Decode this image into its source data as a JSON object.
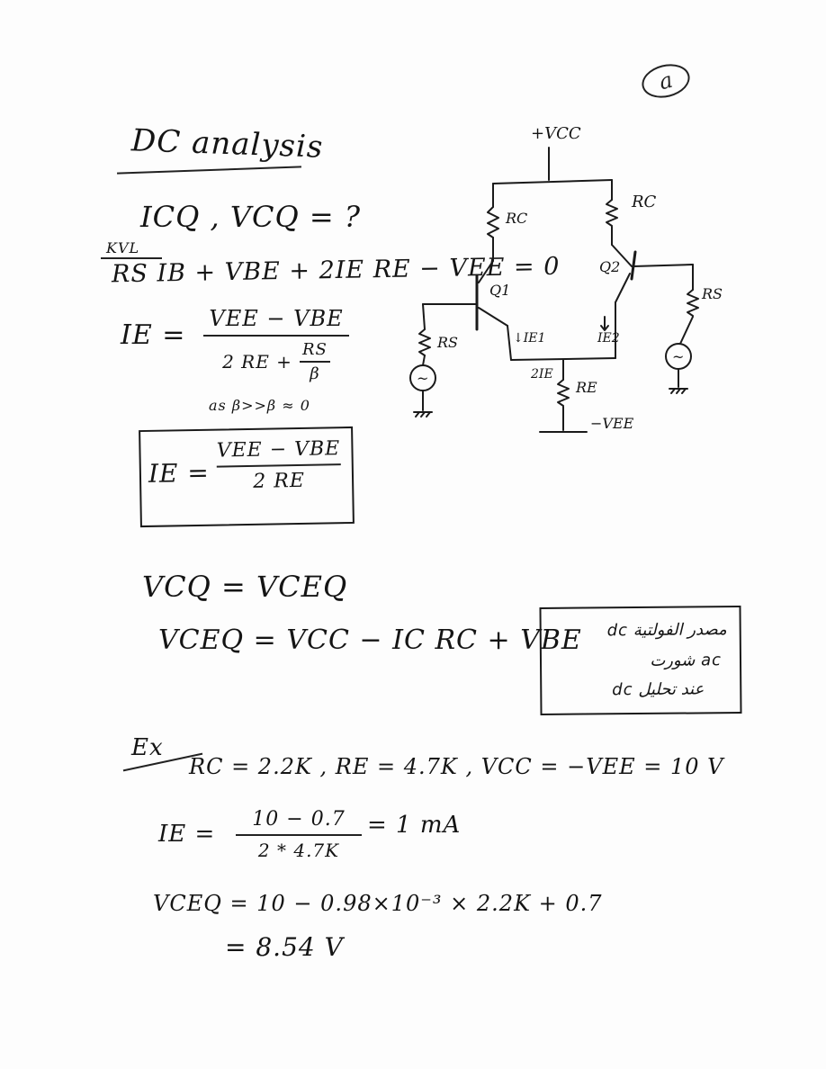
{
  "page_number": "a",
  "heading": "DC analysis",
  "question": "ICQ , VCQ = ?",
  "kvl_label": "KVL",
  "kvl_equation": "RS IB + VBE + 2IE RE − VEE = 0",
  "ie_lhs": "IE =",
  "ie_num": "VEE − VBE",
  "ie_den_a": "2 RE +",
  "ie_den_rs": "RS",
  "ie_den_beta": "β",
  "approx_note": "as β>>β ≈ 0",
  "boxed_lhs": "IE =",
  "boxed_num": "VEE − VBE",
  "boxed_den": "2 RE",
  "vcq_eq": "VCQ = VCEQ",
  "vceq_eq": "VCEQ = VCC − IC RC + VBE",
  "arabic_note": {
    "line1": "مصدر الفولتية dc",
    "line2": "ac شورت",
    "line3": "عند تحليل dc"
  },
  "example_label": "Ex",
  "given": "RC = 2.2K ,  RE = 4.7K , VCC = −VEE = 10 V",
  "ie_calc_lhs": "IE =",
  "ie_calc_num": "10 − 0.7",
  "ie_calc_den": "2 * 4.7K",
  "ie_calc_result": "=  1 mA",
  "vceq_calc": "VCEQ = 10 − 0.98×10⁻³ × 2.2K + 0.7",
  "vceq_result": "= 8.54 V",
  "circuit": {
    "vcc_label": "+VCC",
    "rc_left": "RC",
    "rc_right": "RC",
    "q1_label": "Q1",
    "q2_label": "Q2",
    "rs_left": "RS",
    "rs_right": "RS",
    "ie1_label": "↓IE1",
    "ie2_label": "IE2",
    "two_ie_label": "2IE",
    "re_label": "RE",
    "vee_label": "−VEE",
    "source_symbol": "~"
  }
}
